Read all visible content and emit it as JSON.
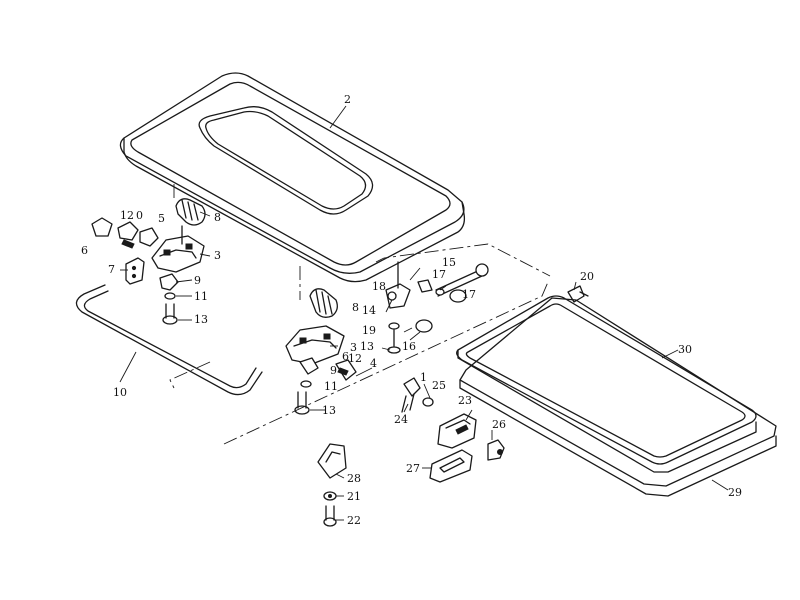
{
  "diagram": {
    "callouts": [
      {
        "id": "c2",
        "text": "2"
      },
      {
        "id": "c8a",
        "text": "8"
      },
      {
        "id": "c12a",
        "text": "12"
      },
      {
        "id": "c0a",
        "text": "0"
      },
      {
        "id": "c5",
        "text": "5"
      },
      {
        "id": "c6",
        "text": "6"
      },
      {
        "id": "c3a",
        "text": "3"
      },
      {
        "id": "c7",
        "text": "7"
      },
      {
        "id": "c9a",
        "text": "9"
      },
      {
        "id": "c11a",
        "text": "11"
      },
      {
        "id": "c13a",
        "text": "13"
      },
      {
        "id": "c10",
        "text": "10"
      },
      {
        "id": "c15",
        "text": "15"
      },
      {
        "id": "c17a",
        "text": "17"
      },
      {
        "id": "c17b",
        "text": "17"
      },
      {
        "id": "c18",
        "text": "18"
      },
      {
        "id": "c8b",
        "text": "8"
      },
      {
        "id": "c14",
        "text": "14"
      },
      {
        "id": "c19",
        "text": "19"
      },
      {
        "id": "c13b",
        "text": "13"
      },
      {
        "id": "c16",
        "text": "16"
      },
      {
        "id": "c3b",
        "text": "3"
      },
      {
        "id": "c6b",
        "text": "6"
      },
      {
        "id": "c12b",
        "text": "12"
      },
      {
        "id": "c9b",
        "text": "9"
      },
      {
        "id": "c4",
        "text": "4"
      },
      {
        "id": "c11b",
        "text": "11"
      },
      {
        "id": "c13c",
        "text": "13"
      },
      {
        "id": "c1",
        "text": "1"
      },
      {
        "id": "c25",
        "text": "25"
      },
      {
        "id": "c24",
        "text": "24"
      },
      {
        "id": "c23",
        "text": "23"
      },
      {
        "id": "c26",
        "text": "26"
      },
      {
        "id": "c27",
        "text": "27"
      },
      {
        "id": "c20",
        "text": "20"
      },
      {
        "id": "c30",
        "text": "30"
      },
      {
        "id": "c29",
        "text": "29"
      },
      {
        "id": "c28",
        "text": "28"
      },
      {
        "id": "c21",
        "text": "21"
      },
      {
        "id": "c22",
        "text": "22"
      }
    ]
  }
}
